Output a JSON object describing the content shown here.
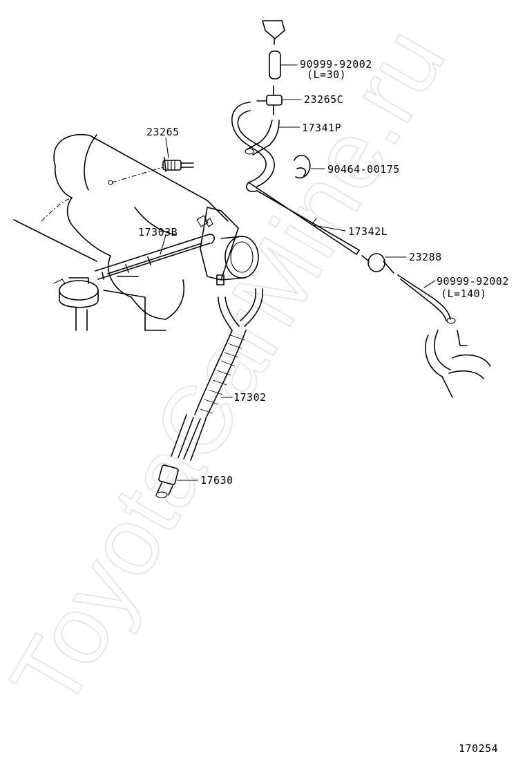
{
  "watermark": "ToyotaCarMine.ru",
  "diagram_id": "170254",
  "parts": [
    {
      "id": "part-90999-92002-short",
      "number": "90999-92002",
      "note": "(L=30)"
    },
    {
      "id": "part-23265c",
      "number": "23265C"
    },
    {
      "id": "part-17341p",
      "number": "17341P"
    },
    {
      "id": "part-90464-00175",
      "number": "90464-00175"
    },
    {
      "id": "part-17342l",
      "number": "17342L"
    },
    {
      "id": "part-23288",
      "number": "23288"
    },
    {
      "id": "part-90999-92002-long",
      "number": "90999-92002",
      "note": "(L=140)"
    },
    {
      "id": "part-23265",
      "number": "23265"
    },
    {
      "id": "part-17303b",
      "number": "17303B"
    },
    {
      "id": "part-17302",
      "number": "17302"
    },
    {
      "id": "part-17630",
      "number": "17630"
    }
  ]
}
